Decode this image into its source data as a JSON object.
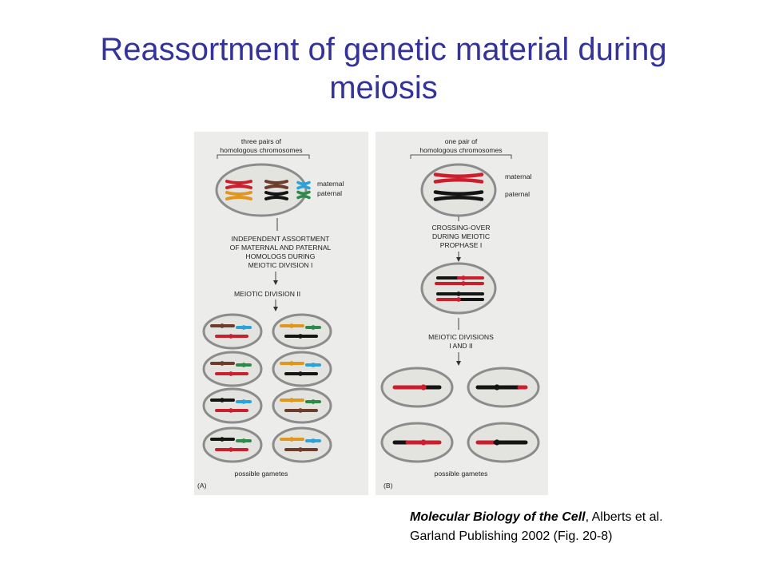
{
  "slide": {
    "title_lines": [
      "Reassortment of genetic material during",
      "meiosis"
    ]
  },
  "figure": {
    "panel_a": {
      "header_lines": [
        "three pairs of",
        "homologous chromosomes"
      ],
      "legend_maternal": "maternal",
      "legend_paternal": "paternal",
      "step1_lines": [
        "INDEPENDENT ASSORTMENT",
        "OF MATERNAL AND PATERNAL",
        "HOMOLOGS DURING",
        "MEIOTIC DIVISION I"
      ],
      "step2": "MEIOTIC DIVISION II",
      "footer": "possible gametes",
      "panel_label": "(A)"
    },
    "panel_b": {
      "header_lines": [
        "one pair of",
        "homologous chromosomes"
      ],
      "legend_maternal": "maternal",
      "legend_paternal": "paternal",
      "step1_lines": [
        "CROSSING-OVER",
        "DURING MEIOTIC",
        "PROPHASE I"
      ],
      "step2_lines": [
        "MEIOTIC DIVISIONS",
        "I AND II"
      ],
      "footer": "possible gametes",
      "panel_label": "(B)"
    },
    "colors": {
      "red": "#cc1f2e",
      "black": "#141414",
      "brown": "#6e3c2a",
      "orange": "#e1961e",
      "blue": "#2aa3da",
      "green": "#2e8a4a",
      "cell_fill": "#e3e3e0",
      "cell_stroke": "#8c8c8c"
    }
  },
  "caption": {
    "title": "Molecular Biology of the Cell",
    "rest_line1": ", Alberts et al.",
    "line2": "Garland Publishing 2002 (Fig. 20-8)"
  }
}
